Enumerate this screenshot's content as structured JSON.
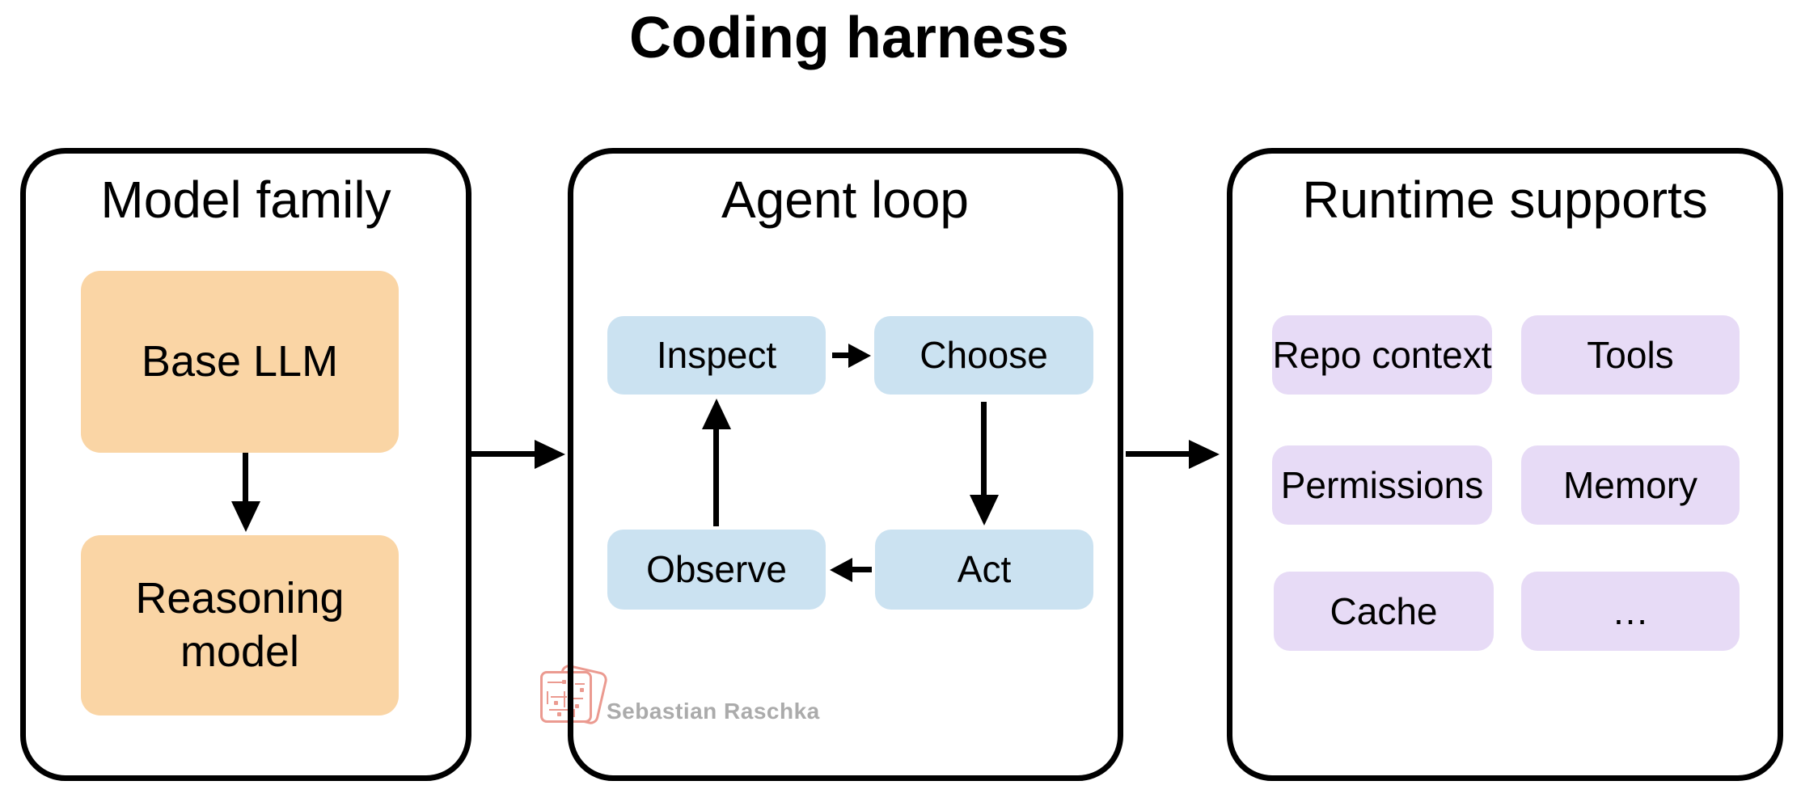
{
  "title": "Coding harness",
  "panels": {
    "model_family": {
      "title": "Model family",
      "nodes": [
        "Base LLM",
        "Reasoning model"
      ]
    },
    "agent_loop": {
      "title": "Agent loop",
      "nodes": [
        "Inspect",
        "Choose",
        "Act",
        "Observe"
      ]
    },
    "runtime_supports": {
      "title": "Runtime supports",
      "nodes": [
        "Repo context",
        "Tools",
        "Permissions",
        "Memory",
        "Cache",
        "…"
      ]
    }
  },
  "flow": {
    "model_family_to_agent_loop": "arrow",
    "agent_loop_to_runtime_supports": "arrow",
    "base_llm_to_reasoning_model": "arrow",
    "loop_order": [
      "Inspect",
      "Choose",
      "Act",
      "Observe",
      "Inspect"
    ]
  },
  "watermark": {
    "author": "Sebastian Raschka",
    "seal": "circuit-stamp-icon"
  },
  "colors": {
    "background": "#ffffff",
    "panel_border": "#000000",
    "model_family_node": "#FAD5A5",
    "agent_loop_node": "#CBE2F1",
    "runtime_supports_node": "#E7DBF6",
    "watermark_text": "#ababab",
    "watermark_seal": "#e8897d",
    "text": "#000000"
  }
}
